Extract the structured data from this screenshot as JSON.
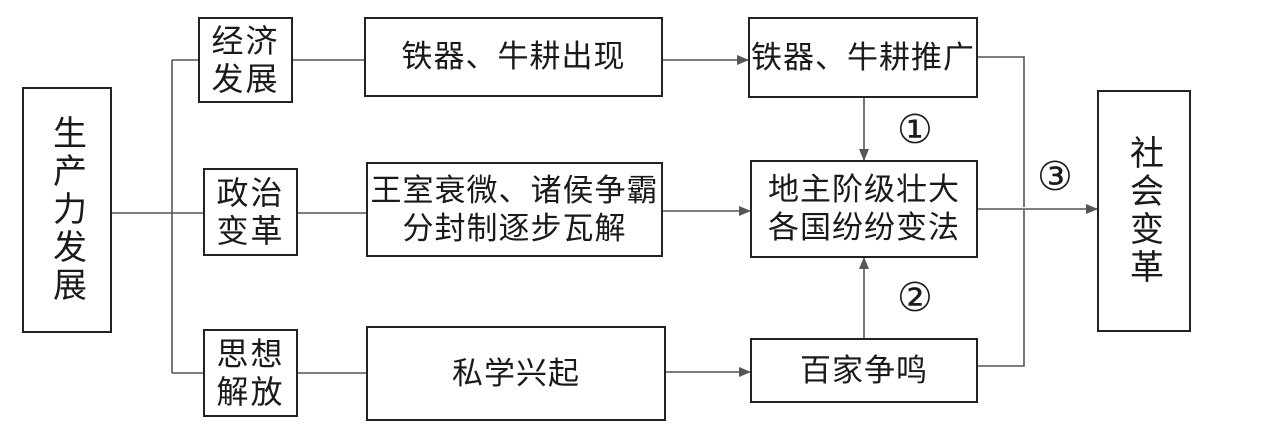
{
  "root": "生产力发展",
  "categories": {
    "economy": [
      "经济",
      "发展"
    ],
    "politics": [
      "政治",
      "变革"
    ],
    "thought": [
      "思想",
      "解放"
    ]
  },
  "causes": {
    "economy": "铁器、牛耕出现",
    "politics": [
      "王室衰微、诸侯争霸",
      "分封制逐步瓦解"
    ],
    "thought": "私学兴起"
  },
  "results": {
    "economy": "铁器、牛耕推广",
    "politics": [
      "地主阶级壮大",
      "各国纷纷变法"
    ],
    "thought": "百家争鸣"
  },
  "final": "社会变革",
  "markers": {
    "m1": "①",
    "m2": "②",
    "m3": "③"
  }
}
